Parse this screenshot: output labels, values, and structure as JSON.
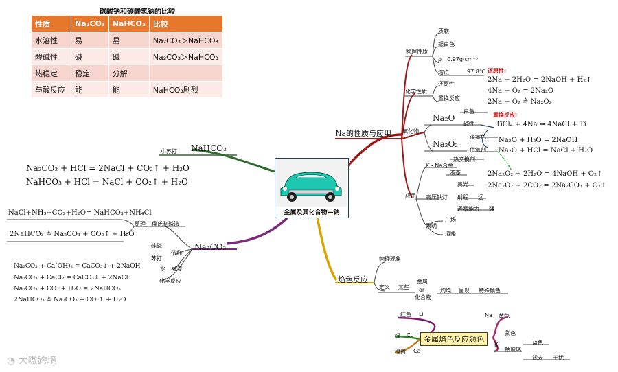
{
  "table": {
    "title": "碳酸钠和碳酸氢钠的比较",
    "header": [
      "性质",
      "Na₂CO₃",
      "NaHCO₃",
      "比较"
    ],
    "rows": [
      [
        "水溶性",
        "易",
        "易",
        "Na₂CO₃＞NaHCO₃"
      ],
      [
        "酸碱性",
        "碱",
        "碱",
        "Na₂CO₃＞NaHCO₃"
      ],
      [
        "热稳定",
        "稳定",
        "分解",
        ""
      ],
      [
        "与酸反应",
        "能",
        "能",
        "NaHCO₃剧烈"
      ]
    ]
  },
  "center": {
    "title": "金属及其化合物—钠"
  },
  "nahco3": {
    "name": "NaHCO₃",
    "alias": "小苏打",
    "eq1": "Na₂CO₃ + HCl = 2NaCl + CO₂↑ + H₂O",
    "eq2": "NaHCO₃ + HCl = NaCl + CO₂↑ + H₂O"
  },
  "na2co3": {
    "name": "Na₂CO₃",
    "principle": "原理",
    "hou": "侯氏制碱法",
    "eq_hou1": "NaCl+NH₃+CO₂+H₂O= NaHCO₃+NH₄Cl",
    "eq_hou2": "2NaHCO₃ ≜ Na₂CO₃ + CO₂↑ + H₂O",
    "alias1": "纯碱",
    "alias2": "苏打",
    "alias_label": "俗称",
    "solubility_a": "水",
    "solubility_b": "易溶",
    "chem": "化学反应",
    "eq1": "Na₂CO₃ + Ca(OH)₂ = CaCO₃↓ + 2NaOH",
    "eq2": "Na₂CO₃ + CaCl₂ = CaCO₃↓ + 2NaCl",
    "eq3": "Na₂CO₃ + CO₂ + H₂O = 2NaHCO₃",
    "eq4": "2NaHCO₃ ≜ Na₂CO₃ + CO₂↑ + H₂O"
  },
  "na": {
    "title": "Na的性质与应用",
    "physical": "物理性质",
    "p1": "质软",
    "p2": "银白色",
    "p3": "ρ　0.97g·cm⁻³",
    "p4_label": "熔点",
    "p4_value": "97.8℃",
    "chemical": "化学性质",
    "c1": "还原性",
    "c2": "置换反应",
    "reduce_label": "还原性:",
    "r1": "2Na + 2H₂O = 2NaOH + H₂↑",
    "r2": "4Na + O₂ = 2Na₂O",
    "r3": "2Na + O₂ ≜ Na₂O₂",
    "replace_label": "置换反应:",
    "r4": "TiCl₄ + 4Na = 4NaCl + Ti",
    "oxide": "氧化物",
    "na2o": "Na₂O",
    "na2o_color": "白色",
    "na2o_type": "碱性",
    "na2o_eq1": "Na₂O + H₂O = 2NaOH",
    "na2o_eq2": "Na₂O + HCl = NaCl + H₂O",
    "na2o2": "Na₂O₂",
    "na2o2_color": "淡黄色",
    "na2o2_use": "供氧剂",
    "na2o2_eq1": "2Na₂O₂ + 2H₂O = 4NaOH + O₂↑",
    "na2o2_eq2": "2Na₂O₂ + 2CO₂ = 2Na₂CO₃ + O₂↑",
    "application": "应用",
    "a1": "K・Na合金",
    "a1a": "热交换剂",
    "a1b": "液态",
    "a2": "高压钠灯",
    "a2a": "黄光",
    "a2b": "射程",
    "a2c": "远",
    "a2d": "透雾能力",
    "a2e": "强",
    "a3": "照明",
    "a3a": "广场",
    "a3b": "道路"
  },
  "flame": {
    "title": "焰色反应",
    "phenomenon": "物理现象",
    "definition": "定义",
    "some": "某些",
    "metal": "金属",
    "or": "or",
    "compound": "化合物",
    "burn": "灼烧",
    "show": "呈现",
    "color": "特殊颜色"
  },
  "flame_colors": {
    "title": "金属焰色反应颜色",
    "li_color": "红色",
    "li": "Li",
    "cu_color": "绿",
    "cu": "Cu",
    "ca_color": "橙黄",
    "ca": "Ca",
    "na": "Na",
    "na_color": "黄色",
    "k": "K",
    "k_color": "紫色",
    "cobalt": "钴玻璃",
    "blue": "蓝色",
    "filter": "滤去",
    "interfere": "干扰"
  },
  "watermark": "大嗷跨境",
  "colors": {
    "header": "#e8772e",
    "row_a": "#f6d6cf",
    "row_b": "#fbeae6",
    "branch_na": "#9c1a1a",
    "branch_na2co3": "#7a2a7a",
    "branch_flame": "#d9a400",
    "branch_nahco3": "#2e6a2e"
  }
}
